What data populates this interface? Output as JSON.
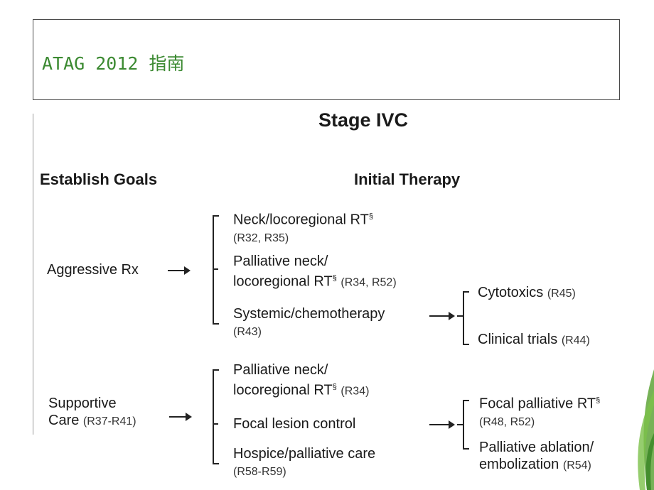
{
  "slide": {
    "title": "ATAG 2012 指南"
  },
  "diagram": {
    "heading": "Stage IVC",
    "col_left": "Establish Goals",
    "col_mid": "Initial Therapy",
    "aggressive": {
      "label": "Aggressive Rx"
    },
    "a1": {
      "line1": "Neck/locoregional RT",
      "sup": "§",
      "ref": "(R32, R35)"
    },
    "a2": {
      "line1": "Palliative neck/",
      "line2": "locoregional RT",
      "sup": "§",
      "ref": "(R34, R52)"
    },
    "a3": {
      "line1": "Systemic/chemotherapy",
      "ref": "(R43)"
    },
    "s1": {
      "label": "Cytotoxics",
      "ref": "(R45)"
    },
    "s2": {
      "label": "Clinical trials",
      "ref": "(R44)"
    },
    "supportive": {
      "line1": "Supportive",
      "line2": "Care",
      "ref": "(R37-R41)"
    },
    "b1": {
      "line1": "Palliative neck/",
      "line2": "locoregional RT",
      "sup": "§",
      "ref": "(R34)"
    },
    "b2": {
      "label": "Focal lesion control"
    },
    "b3": {
      "line1": "Hospice/palliative care",
      "ref": "(R58-R59)"
    },
    "f1": {
      "label": "Focal palliative RT",
      "sup": "§",
      "ref": "(R48, R52)"
    },
    "f2": {
      "line1": "Palliative ablation/",
      "line2": "embolization",
      "ref": "(R54)"
    }
  },
  "colors": {
    "title": "#3c8a32",
    "deco": "#5fa53a"
  }
}
